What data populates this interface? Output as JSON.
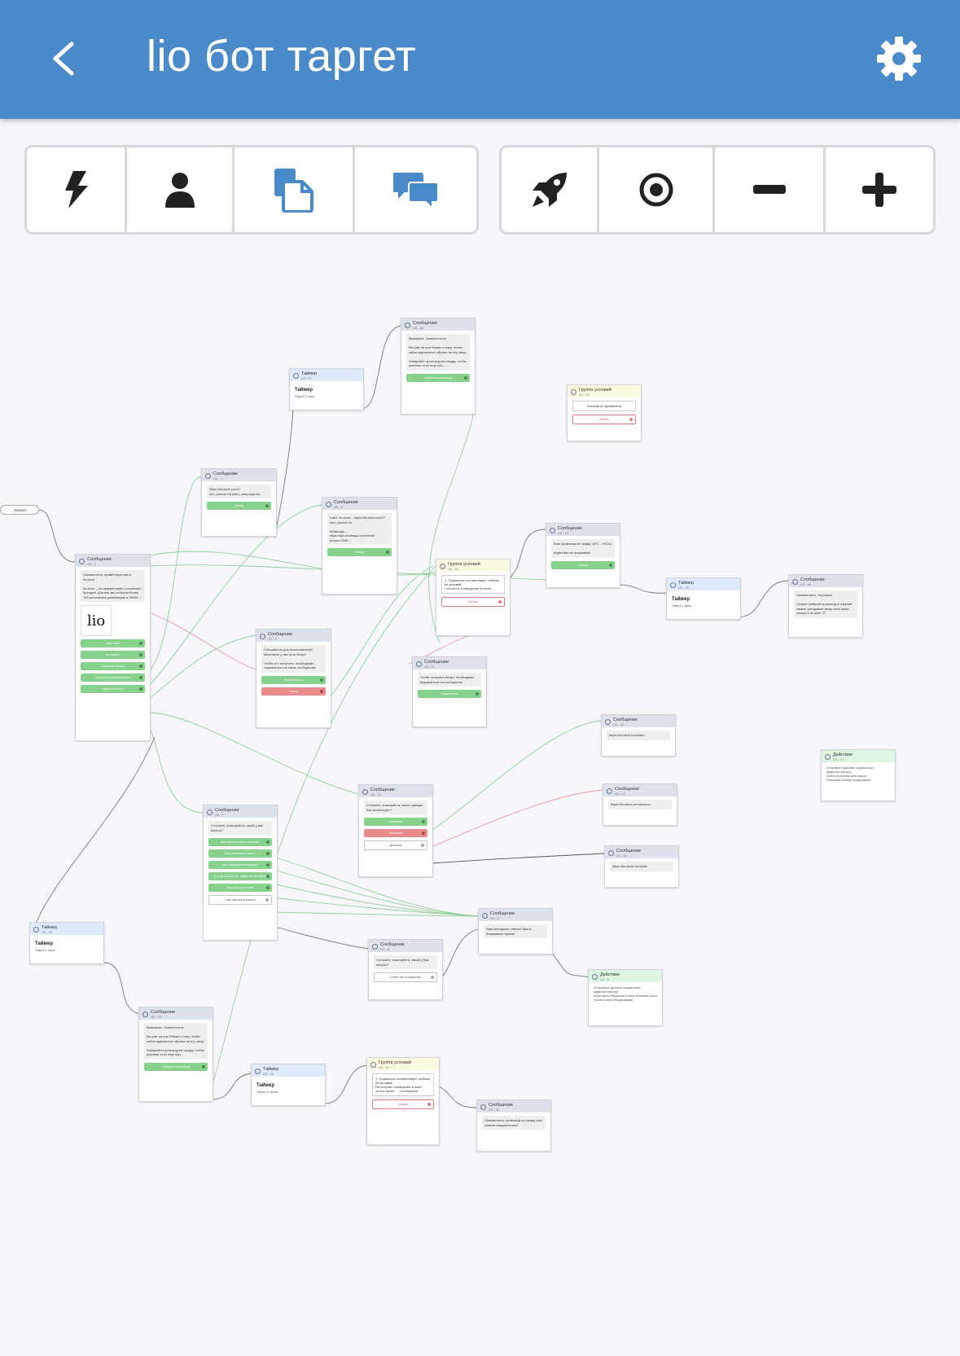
{
  "header": {
    "title": "lio бот таргет",
    "back_icon": "chevron-left-icon",
    "settings_icon": "gear-icon"
  },
  "toolbar_left": [
    {
      "name": "trigger",
      "icon": "lightning-icon"
    },
    {
      "name": "user",
      "icon": "user-icon"
    },
    {
      "name": "copy",
      "icon": "copy-documents-icon"
    },
    {
      "name": "messages",
      "icon": "chat-bubbles-icon"
    }
  ],
  "toolbar_right": [
    {
      "name": "launch",
      "icon": "rocket-icon"
    },
    {
      "name": "center",
      "icon": "target-icon"
    },
    {
      "name": "zoom-out",
      "icon": "minus-icon"
    },
    {
      "name": "zoom-in",
      "icon": "plus-icon"
    }
  ],
  "start_label": "Начало",
  "nodes": {
    "m1": {
      "title": "Сообщение",
      "sub": "LB - 1",
      "text": "Чьиментсеть, привет/пули вас в lio.store\n\nlio.store – это маркетплейс российских брендов. Для вас мы собрали более 700 российских дизайнеров и 15000 ...",
      "logo": "lio",
      "buttons": [
        "Наш сайт",
        "Контакты",
        "Получить бонус",
        "Получить консультацию",
        "Задать вопрос"
      ]
    },
    "m2": {
      "title": "Сообщение",
      "sub": "LB - 2",
      "text": "https://lio.store.com/?utm_source=vk&utm_campaign=lio",
      "buttons": [
        "Назад"
      ]
    },
    "m3": {
      "title": "Сообщение",
      "sub": "LB - 3",
      "text": "Специально для пользователей ВКонтакте у нас есть бонус!\n\nЧтобы его получить, необходимо подписаться на наше сообщество!",
      "buttons": [
        "Подписался",
        "Назад"
      ]
    },
    "m4": {
      "title": "Сообщение",
      "sub": "LB - 4",
      "text": "Сайт: lio.store – https://lio.store.com/?utm_source=vk\n\nWhatsApp – https://api.whatsapp.com/send?phone=7999...",
      "buttons": [
        "Назад"
      ]
    },
    "t27": {
      "title": "Таймер",
      "sub": "LB - 27",
      "big": "Таймер",
      "small": "Через 2 часа"
    },
    "m28": {
      "title": "Сообщение",
      "sub": "LB - 28",
      "text": "Внимание, Чьиментсеть!\n\nВы уже на шаг ближе к тому, чтобы найти идеальные образы на эту зиму!\n\nЗабирайте промокод на скидку, чтобы шоппинг стал еще при...",
      "buttons": [
        "Забрать промокод"
      ]
    },
    "c20": {
      "title": "Группа условий",
      "sub": "LB - 20",
      "cond": "Условия не добавлены",
      "buttons": [
        "Иначе"
      ]
    },
    "c18": {
      "title": "Группа условий",
      "sub": "LB - 18",
      "cond": "1. Подписчик соответствует любому из условий:\n   Состоит в сообществе lio.store",
      "buttons": [
        "Иначе"
      ]
    },
    "m19": {
      "title": "Сообщение",
      "sub": "LB - 19",
      "text": "Ваш промокод на скидку 10% – VKLIO\n\nЖдем вас за покупками!",
      "buttons": [
        "Назад"
      ]
    },
    "t15": {
      "title": "Таймер",
      "sub": "LB - 15",
      "big": "Таймер",
      "small": "Через 1 день"
    },
    "m16": {
      "title": "Сообщение",
      "sub": "LB - 16",
      "text": "Чьиментсеть, торопись!\n\nСкорее забирай промокод и покупай самые трендовые вещи этой зимы только в lio.store 😊"
    },
    "m21": {
      "title": "Сообщение",
      "sub": "LB - 21",
      "text": "Чтобы получить бонус, необходимо подписаться на сообщество",
      "buttons": [
        "Подписался"
      ]
    },
    "m12": {
      "title": "Сообщение",
      "sub": "LB - 12",
      "text": "https://lio.store.com/men"
    },
    "a17": {
      "title": "Действие",
      "sub": "LB - 17",
      "text": "Отправить данные подписчика администратору\nАлина Банкова,Анастасия Ремшова,Ахмед Мордовцева"
    },
    "m10": {
      "title": "Сообщение",
      "sub": "LB - 10",
      "text": "Уточните, пожалуйста, какое одежда Вас интересует?",
      "buttons": [
        "Мужская",
        "Женская",
        "Детская"
      ]
    },
    "m13": {
      "title": "Сообщение",
      "sub": "LB - 13",
      "text": "https://lio.store.com/women"
    },
    "m14": {
      "title": "Сообщение",
      "sub": "LB - 14",
      "text": "https://lio.store.com/kids"
    },
    "m7": {
      "title": "Сообщение",
      "sub": "LB - 7",
      "text": "Уточните, пожалуйста, какой у вас вопрос?",
      "buttons": [
        "Как узнать статус заказа?",
        "Как поменять заказ?",
        "Как оформить возврат?",
        "Что делать если товар не пришёл?",
        "Способы доставки",
        "Уже нашла вопроса"
      ]
    },
    "m6": {
      "title": "Сообщение",
      "sub": "LB - 6",
      "text": "Наш менеджер ответит Вам в ближайшее время!"
    },
    "m8": {
      "title": "Сообщение",
      "sub": "LB - 8",
      "text": "Уточните, пожалуйста, какой у Вас вопрос?",
      "buttons": [
        "Ответ на сообщение"
      ]
    },
    "a5": {
      "title": "Действие",
      "sub": "LB - 5",
      "text": "Отправить данные подписчика администратору\nАнастасия Ремшова,Алина Банкова,Саня Лупик,Алина Мордовцева"
    },
    "t22": {
      "title": "Таймер",
      "sub": "LB - 22",
      "big": "Таймер",
      "small": "Через 1 часа"
    },
    "m23": {
      "title": "Сообщение",
      "sub": "LB - 23",
      "text": "Внимание, Чьиментсеть!\n\nВы уже на шаг ближе к тому, чтобы найти идеальные образы на эту зиму!\n\nЗабирайте промокод на скидку, чтобы шоппинг стал еще при...",
      "buttons": [
        "Забрать промокод"
      ]
    },
    "t25": {
      "title": "Таймер",
      "sub": "LB - 25",
      "big": "Таймер",
      "small": "Через 2 часов"
    },
    "c24": {
      "title": "Группа условий",
      "sub": "LB - 24",
      "cond": "1. Подписчик соответствует любому из условий:\n   Не получил сообщение в шаге\n   lio бот таргет → Сообщение",
      "buttons": [
        "Иначе"
      ]
    },
    "m26": {
      "title": "Сообщение",
      "sub": "LB - 26",
      "text": "Чьиментсеть, промокод на скидку уже совсем заждался вас!"
    }
  }
}
